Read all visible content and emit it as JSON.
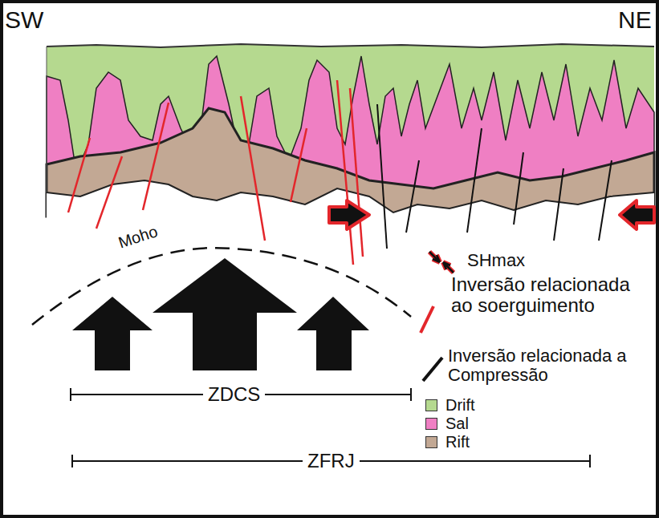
{
  "diagram": {
    "labels": [
      "SW",
      "NE",
      "Moho",
      "ZDCS",
      "ZFRJ"
    ],
    "legend": [
      {
        "text": "SHmax"
      },
      {
        "text": "Inversão relacionada ao soerguimento"
      },
      {
        "text": "Inversão relacionada a Compressão"
      },
      {
        "text": "Drift",
        "color": "#b5d98f"
      },
      {
        "text": "Sal",
        "color": "#ef7fc3"
      },
      {
        "text": "Rift",
        "color": "#c2a894"
      }
    ]
  }
}
